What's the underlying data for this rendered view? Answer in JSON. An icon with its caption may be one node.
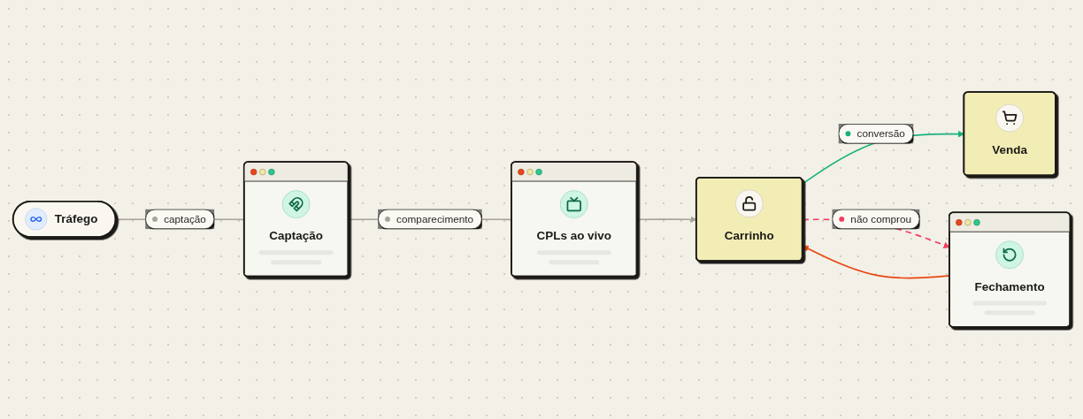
{
  "diagram": {
    "nodes": [
      {
        "text": [
          "Tráfego"
        ]
      },
      {
        "text": [
          "Captação"
        ]
      },
      {
        "text": [
          "CPLs ao vivo"
        ]
      },
      {
        "text": [
          "Carrinho"
        ]
      },
      {
        "text": [
          "Venda"
        ]
      },
      {
        "text": [
          "Fechamento"
        ]
      }
    ],
    "edges": [
      {
        "from": 0,
        "to": 1,
        "arrow": "none",
        "label": "captação"
      },
      {
        "from": 1,
        "to": 2,
        "arrow": "none",
        "label": "comparecimento"
      },
      {
        "from": 2,
        "to": 3,
        "arrow": "to"
      },
      {
        "from": 3,
        "to": 4,
        "arrow": "to",
        "label": "conversão",
        "color": "#19b27b"
      },
      {
        "from": 3,
        "to": 5,
        "arrow": "to",
        "label": "não comprou",
        "style": "dashed",
        "color": "#f23d5e"
      },
      {
        "from": 5,
        "to": 3,
        "arrow": "to",
        "color": "#e8470f"
      }
    ]
  }
}
